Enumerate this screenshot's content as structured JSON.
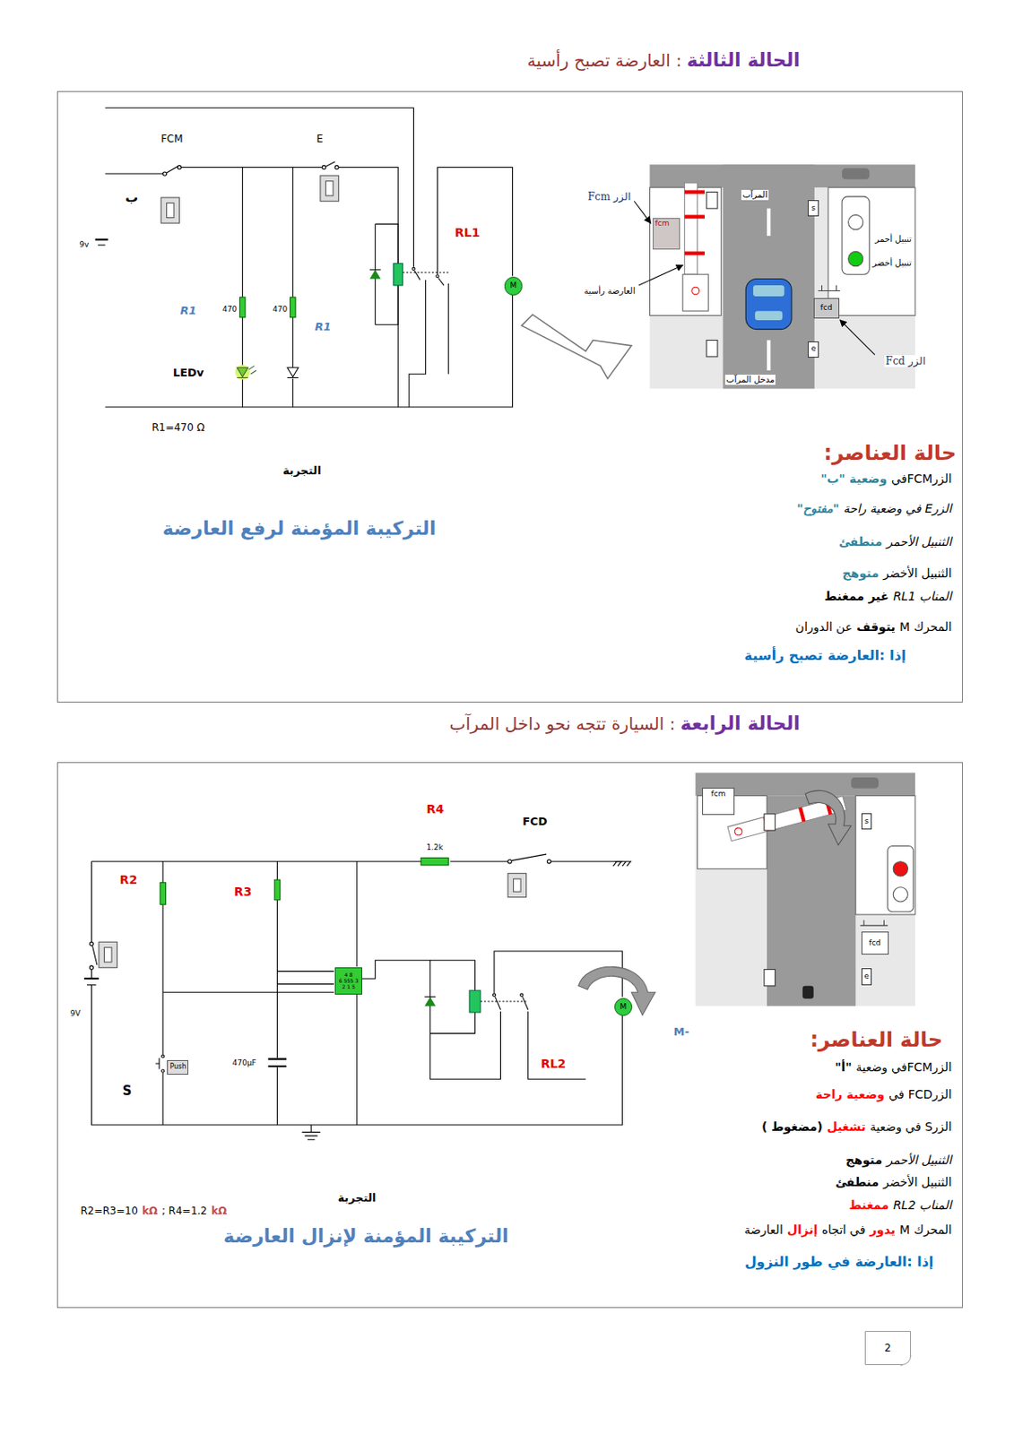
{
  "diagram": {
    "nodes": [
      {
        "text": [
          "الحالة الثالثة",
          ": العارضة تصبح رأسية"
        ]
      },
      {
        "text": [
          "M"
        ],
        "in": 0
      },
      {
        "text": [
          "fcm"
        ],
        "in": 0
      },
      {
        "text": [
          "s"
        ],
        "in": 0
      },
      {
        "text": [
          "fcd"
        ],
        "in": 0
      },
      {
        "text": [
          "e"
        ],
        "in": 0
      },
      {
        "text": [
          "الحالة الرابعة",
          ": السيارة تتجه نحو داخل المرآب"
        ]
      },
      {
        "text": [
          "4 8",
          "6 555 3",
          "2 1 5"
        ],
        "in": 6
      },
      {
        "text": [
          "Push"
        ],
        "in": 6
      },
      {
        "text": [
          "M"
        ],
        "in": 6
      },
      {
        "text": [
          "fcm"
        ],
        "in": 6
      },
      {
        "text": [
          "s"
        ],
        "in": 6
      },
      {
        "text": [
          "fcd"
        ],
        "in": 6
      },
      {
        "text": [
          "e"
        ],
        "in": 6
      },
      {
        "text": [
          "2"
        ]
      }
    ],
    "labels": [
      "FCM",
      "E",
      "ب",
      "9v",
      "R1",
      "470",
      "470",
      "R1",
      "LEDv",
      "RL1",
      "R1=470 Ω",
      "التجربة",
      "التركيبة المؤمنة لرفع العارضة",
      "الزر Fcm",
      "المرآب",
      "تنبيل أحمر",
      "تنبيل أخضر",
      "العارضة رأسية",
      "الزر Fcd",
      "مدخل المرآب",
      "حالة العناصر:",
      "الزرFCMفي",
      "وضعية \"ب\"",
      "الزرE في وضعية راحة",
      "\"مفتوح\"",
      "الثنبيل الأحمر",
      "منطفئ",
      "الثنبيل الأخضر",
      "متوهج",
      "المناب RL1",
      "غير ممغنط",
      "المحرك M",
      "يتوقف",
      "عن الدوران",
      "إذا :العارضة تصبح رأسية",
      "R4",
      "FCD",
      "1.2k",
      "R2",
      "R3",
      "9V",
      "470µF",
      "S",
      "RL2",
      "M-",
      "R2=R3=10",
      "kΩ",
      "; R4=1.2",
      "kΩ",
      "التجربة",
      "التركيبة المؤمنة لإنزال العارضة",
      "حالة العناصر:",
      "الزرFCMفي وضعية",
      "\"أ\"",
      "الزرFCD في",
      "وضعية راحة",
      "الزرS في وضعية",
      "تشغيل",
      "(مضغوط )",
      "الثنبيل الأحمر",
      "متوهج",
      "الثنبيل الأخضر",
      "منطفئ",
      "المناب RL2",
      "ممغنط",
      "المحرك M",
      "يدور",
      "في اتجاه",
      "إنزال",
      "العارضة",
      "إذا :العارضة في طور النزول"
    ]
  }
}
